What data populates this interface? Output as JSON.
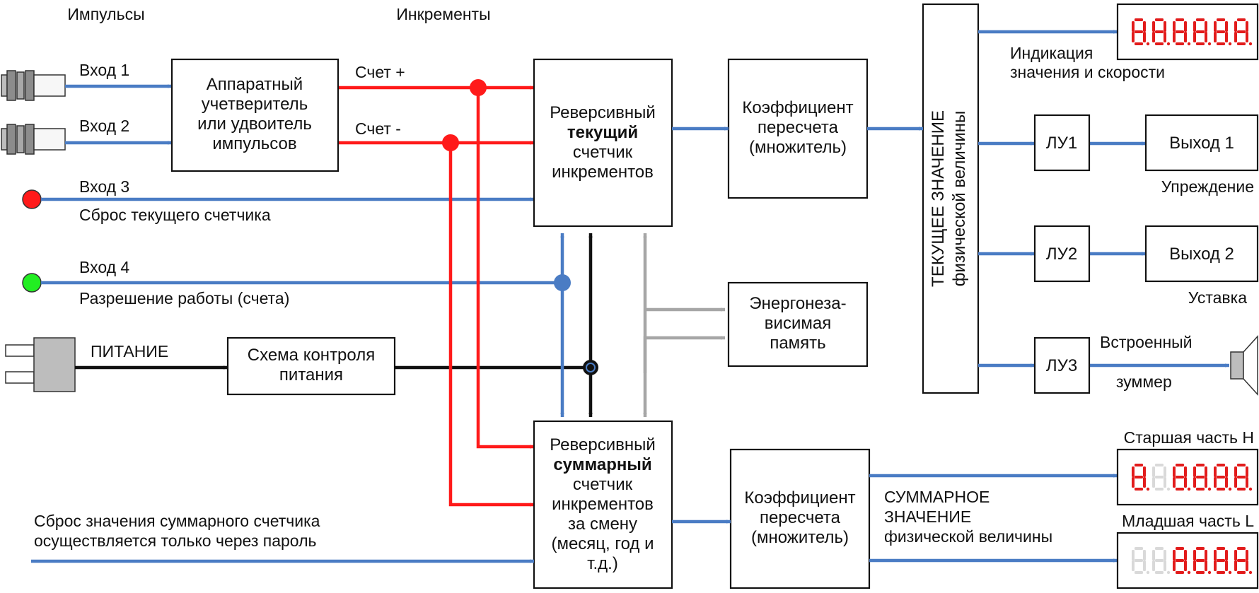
{
  "headers": {
    "pulses": "Импульсы",
    "increments": "Инкременты"
  },
  "inputs": {
    "in1": "Вход 1",
    "in2": "Вход 2",
    "in3": "Вход 3",
    "in3_desc": "Сброс текущего счетчика",
    "in4": "Вход 4",
    "in4_desc": "Разрешение работы (счета)",
    "power": "ПИТАНИЕ"
  },
  "count_labels": {
    "plus": "Счет +",
    "minus": "Счет -"
  },
  "blocks": {
    "quad": [
      "Аппаратный",
      "учетверитель",
      "или удвоитель",
      "импульсов"
    ],
    "current_counter": [
      "Реверсивный",
      "текущий",
      "счетчик",
      "инкрементов"
    ],
    "coef_top": [
      "Коэффициент",
      "пересчета",
      "(множитель)"
    ],
    "nvm": [
      "Энергонеза-",
      "висимая",
      "память"
    ],
    "power_ctrl": [
      "Схема контроля",
      "питания"
    ],
    "total_counter": [
      "Реверсивный",
      "суммарный",
      "счетчик",
      "инкрементов",
      "за смену",
      "(месяц, год и",
      "т.д.)"
    ],
    "coef_bottom": [
      "Коэффициент",
      "пересчета",
      "(множитель)"
    ],
    "current_value": [
      "ТЕКУЩЕЕ ЗНАЧЕНИЕ",
      "физической величины"
    ],
    "lu1": "ЛУ1",
    "lu2": "ЛУ2",
    "lu3": "ЛУ3",
    "out1": "Выход 1",
    "out2": "Выход 2"
  },
  "labels": {
    "indication": [
      "Индикация",
      "значения и скорости"
    ],
    "warning": "Упреждение",
    "setpoint": "Уставка",
    "buzzer_top": "Встроенный",
    "buzzer_bottom": "зуммер",
    "high_part": "Старшая часть H",
    "low_part": "Младшая часть L",
    "total_value": [
      "СУММАРНОЕ",
      "ЗНАЧЕНИЕ",
      "физической величины"
    ],
    "reset_total": [
      "Сброс значения суммарного счетчика",
      "осуществляется только через пароль"
    ]
  },
  "displays": {
    "top": "888888",
    "high": "888888",
    "low": "888888"
  },
  "colors": {
    "signal_blue": "#4a7cc4",
    "count_red": "#ff1a1a",
    "power_black": "#111111",
    "memory_gray": "#a6a6a6",
    "segment_red": "#e21b1b",
    "segment_dim": "#d9d9d9",
    "led_red": "#ff1a1a",
    "led_green": "#22ee22"
  },
  "icons": {
    "sensor": "inductive-sensor-icon",
    "plug": "power-plug-icon",
    "buzzer": "speaker-icon",
    "display": "seven-segment-display-icon"
  }
}
